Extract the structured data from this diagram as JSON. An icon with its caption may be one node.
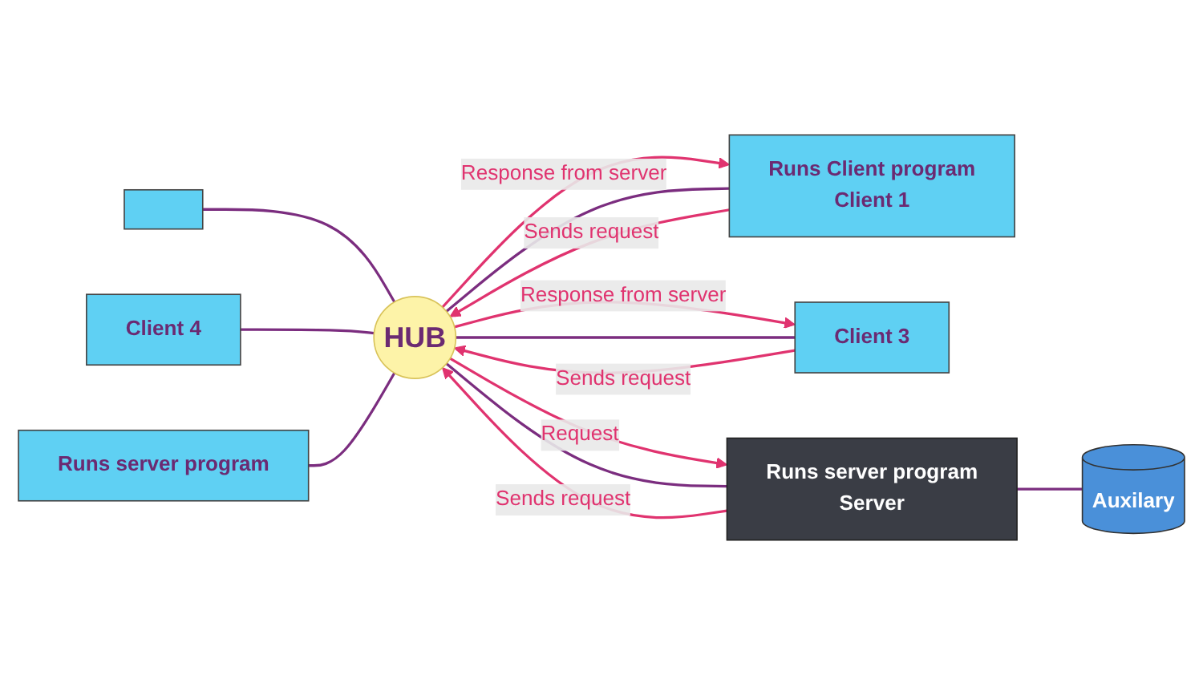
{
  "diagram": {
    "nodes": [
      {
        "text": [
          "HUB"
        ]
      },
      {
        "text": [],
        "shape": "box"
      },
      {
        "text": [
          "Runs Client program",
          "Client 1"
        ]
      },
      {
        "text": [
          "Client 3"
        ]
      },
      {
        "text": [
          "Client 4"
        ]
      },
      {
        "text": [
          "Runs server program"
        ]
      },
      {
        "text": [
          "Runs server program",
          "Server"
        ]
      },
      {
        "text": [
          "Auxilary"
        ]
      }
    ],
    "edges": [
      {
        "from": 2,
        "to": 0,
        "arrow": "none"
      },
      {
        "from": 2,
        "to": 0,
        "arrow": "to",
        "label": "Sends request",
        "color": "#e0336f"
      },
      {
        "from": 0,
        "to": 2,
        "arrow": "to",
        "label": "Response from server",
        "color": "#e0336f"
      },
      {
        "from": 1,
        "to": 0,
        "arrow": "none"
      },
      {
        "from": 3,
        "to": 0,
        "arrow": "none"
      },
      {
        "from": 0,
        "to": 3,
        "arrow": "to",
        "label": "Response from server",
        "color": "#e0336f"
      },
      {
        "from": 3,
        "to": 0,
        "arrow": "to",
        "label": "Sends request",
        "color": "#e0336f"
      },
      {
        "from": 4,
        "to": 0,
        "arrow": "none"
      },
      {
        "from": 5,
        "to": 0,
        "arrow": "none"
      },
      {
        "from": 6,
        "to": 0,
        "arrow": "none"
      },
      {
        "from": 6,
        "to": 0,
        "arrow": "to",
        "label": "Sends request",
        "color": "#e0336f"
      },
      {
        "from": 0,
        "to": 6,
        "arrow": "to",
        "label": "Request",
        "color": "#e0336f"
      },
      {
        "from": 6,
        "to": 7,
        "arrow": "none"
      }
    ]
  }
}
